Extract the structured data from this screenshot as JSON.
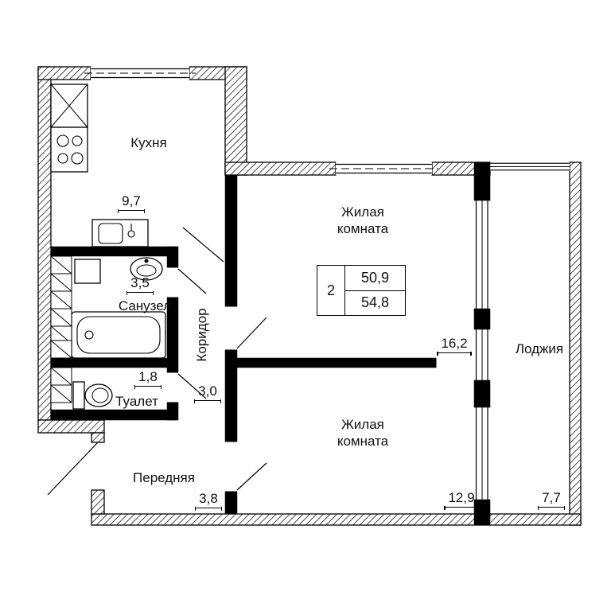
{
  "plan": {
    "rooms": [
      {
        "id": "kitchen",
        "name": "Кухня",
        "area": "9,7"
      },
      {
        "id": "living-1",
        "name": "Жилая комната",
        "area": "16,2"
      },
      {
        "id": "living-2",
        "name": "Жилая комната",
        "area": "12,9"
      },
      {
        "id": "bathroom",
        "name": "Санузел",
        "area": "3,5"
      },
      {
        "id": "toilet",
        "name": "Туалет",
        "area": "1,8"
      },
      {
        "id": "corridor",
        "name": "Коридор",
        "area": "3,0"
      },
      {
        "id": "hall",
        "name": "Передняя",
        "area": "3,8"
      },
      {
        "id": "loggia",
        "name": "Лоджия",
        "area": "7,7"
      }
    ],
    "summary": {
      "rooms_count": "2",
      "living_area": "50,9",
      "total_area": "54,8"
    },
    "colors": {
      "walls": "#000000",
      "background": "#ffffff"
    }
  }
}
